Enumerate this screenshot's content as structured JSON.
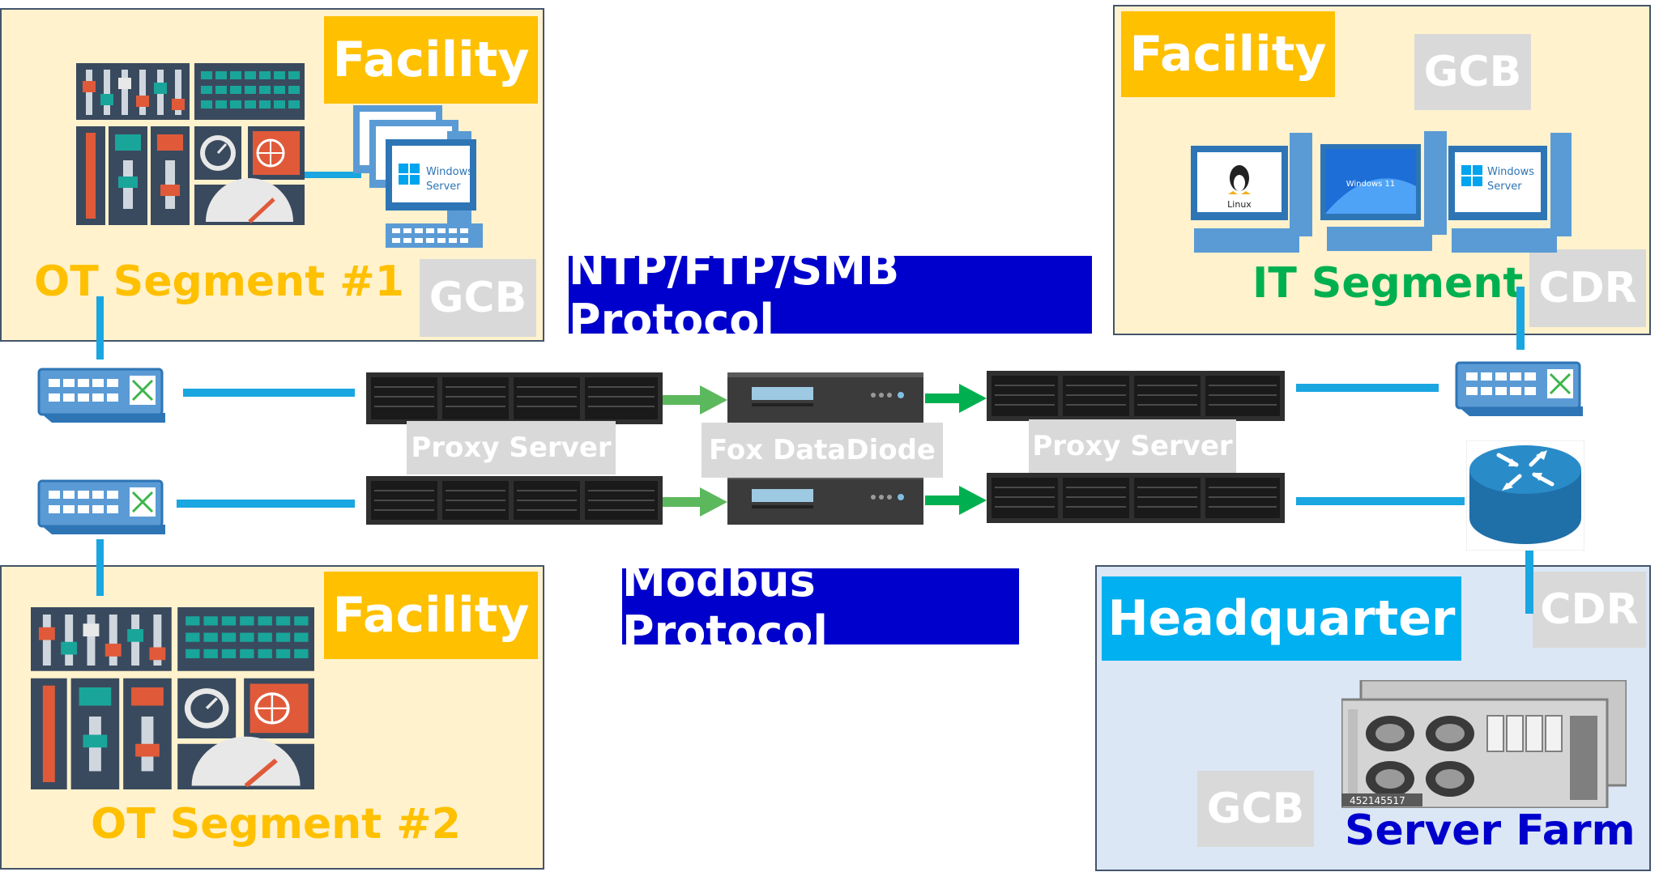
{
  "colors": {
    "facility_bg": "#fff2cc",
    "hq_bg": "#dbe7f5",
    "facility_tag": "#ffc000",
    "hq_tag": "#00b0f0",
    "protocol_bg": "#0000cc",
    "link": "#1aa6e0",
    "arrow": "#3cb54a",
    "ot_label": "#ffc000",
    "it_label": "#00b050",
    "farm_label": "#0000cc"
  },
  "ot1": {
    "facility": "Facility",
    "gcb": "GCB",
    "label": "OT Segment #1",
    "icon": "control-panel-icon",
    "computers": "windows-server-workstations-icon",
    "windows_text": "Windows",
    "server_text": "Server"
  },
  "ot2": {
    "facility": "Facility",
    "label": "OT Segment #2",
    "icon": "control-panel-icon"
  },
  "it": {
    "facility": "Facility",
    "gcb": "GCB",
    "label": "IT Segment",
    "cdr": "CDR",
    "linux_text": "Linux",
    "win11_text": "Windows 11",
    "windows_text": "Windows",
    "server_text": "Server"
  },
  "hq": {
    "title": "Headquarter",
    "cdr": "CDR",
    "gcb": "GCB",
    "label": "Server Farm",
    "serial": "452145517"
  },
  "protocols": {
    "top": "NTP/FTP/SMB Protocol",
    "bottom": "Modbus Protocol"
  },
  "devices": {
    "proxy_left": "Proxy Server",
    "diode": "Fox DataDiode",
    "proxy_right": "Proxy Server"
  }
}
